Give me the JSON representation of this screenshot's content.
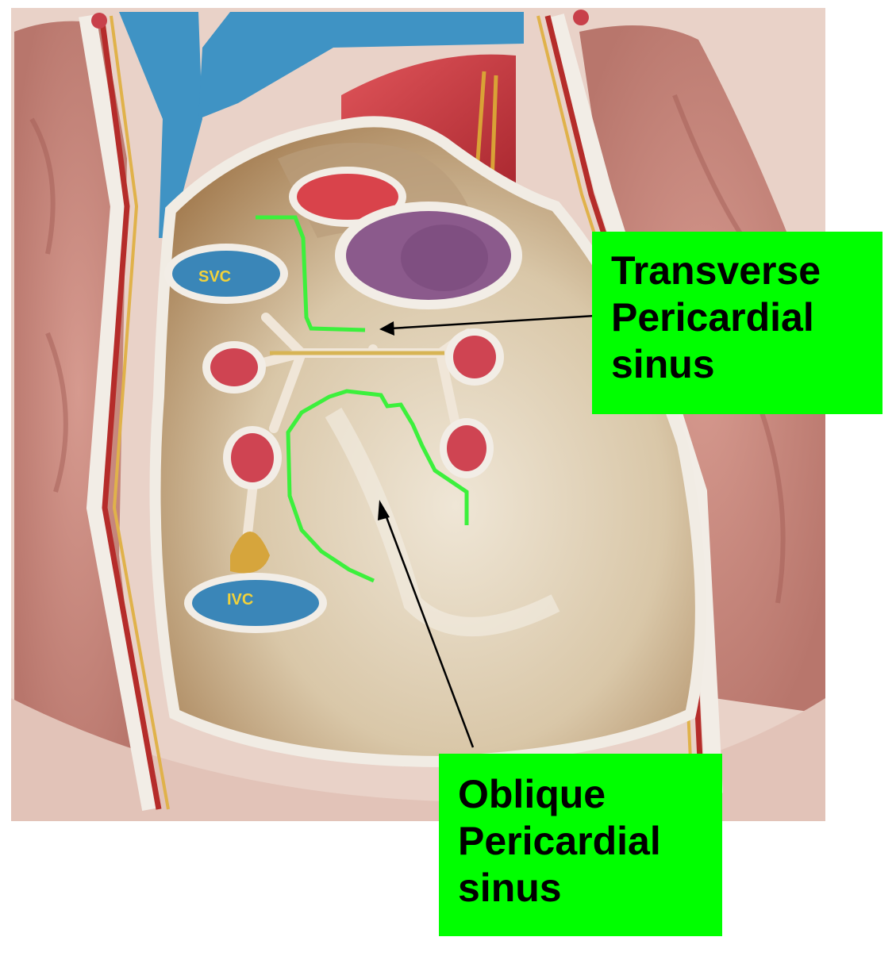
{
  "labels": {
    "transverse": [
      "Transverse",
      "Pericardial",
      "sinus"
    ],
    "oblique": [
      "Oblique",
      "Pericardial",
      "sinus"
    ],
    "svc": "SVC",
    "ivc": "IVC"
  },
  "colors": {
    "label_box": "#00ff00",
    "sinus_outline": "#3cf03c",
    "vein": "#3a86b8",
    "artery": "#c8404a",
    "pulmonary_trunk": "#8b5a8c",
    "pericardium": "#c9b79a",
    "lung": "#c98a80",
    "arrow": "#000000"
  }
}
